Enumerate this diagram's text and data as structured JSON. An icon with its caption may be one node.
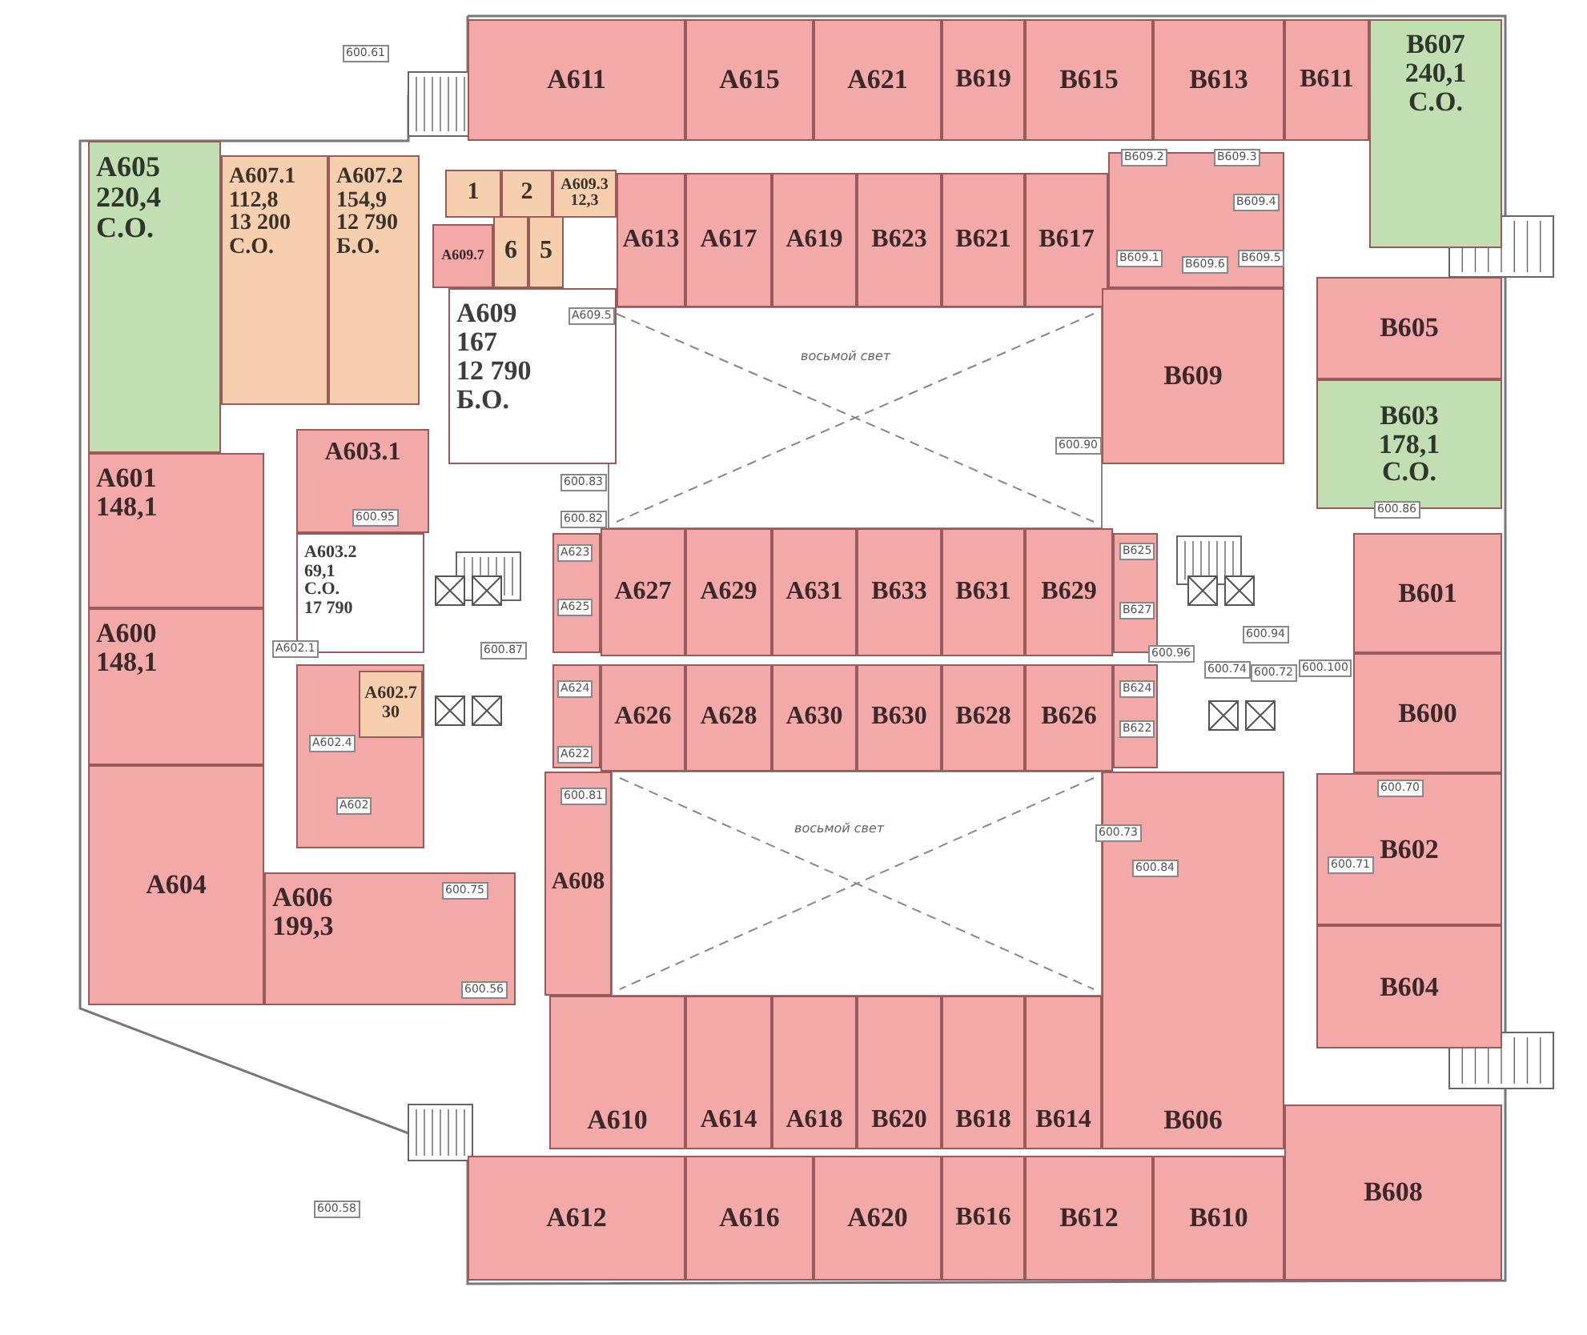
{
  "diagram": {
    "nodes": [
      {
        "text": [
          "A611"
        ]
      },
      {
        "text": [
          "A615"
        ]
      },
      {
        "text": [
          "A621"
        ]
      },
      {
        "text": [
          "B619"
        ]
      },
      {
        "text": [
          "B615"
        ]
      },
      {
        "text": [
          "B613"
        ]
      },
      {
        "text": [
          "B611"
        ]
      },
      {
        "text": [
          "B607",
          "240,1",
          "С.О."
        ]
      },
      {
        "text": [
          "A605",
          "220,4",
          "С.О."
        ]
      },
      {
        "text": [
          "A607.1",
          "112,8",
          "13 200",
          "С.О."
        ]
      },
      {
        "text": [
          "A607.2",
          "154,9",
          "12 790",
          "Б.О."
        ]
      },
      {
        "text": [
          "1"
        ]
      },
      {
        "text": [
          "2"
        ]
      },
      {
        "text": [
          "A609.3",
          "12,3"
        ]
      },
      {
        "text": [
          "A609.7"
        ]
      },
      {
        "text": [
          "6"
        ]
      },
      {
        "text": [
          "5"
        ]
      },
      {
        "text": [
          "A613"
        ]
      },
      {
        "text": [
          "A617"
        ]
      },
      {
        "text": [
          "A619"
        ]
      },
      {
        "text": [
          "B623"
        ]
      },
      {
        "text": [
          "B621"
        ]
      },
      {
        "text": [
          "B617"
        ]
      },
      {
        "text": [],
        "shape": "box"
      },
      {
        "text": [
          "A609",
          "167",
          "12 790",
          "Б.О."
        ]
      },
      {
        "text": [
          "B609"
        ]
      },
      {
        "text": [
          "B605"
        ]
      },
      {
        "text": [
          "A603.1"
        ]
      },
      {
        "text": [
          "A601",
          "148,1"
        ]
      },
      {
        "text": [
          "B603",
          "178,1",
          "С.О."
        ]
      },
      {
        "text": [
          "A603.2",
          "69,1",
          "С.О.",
          "17 790"
        ]
      },
      {
        "text": [],
        "shape": "box"
      },
      {
        "text": [
          "A627"
        ]
      },
      {
        "text": [
          "A629"
        ]
      },
      {
        "text": [
          "A631"
        ]
      },
      {
        "text": [
          "B633"
        ]
      },
      {
        "text": [
          "B631"
        ]
      },
      {
        "text": [
          "B629"
        ]
      },
      {
        "text": [],
        "shape": "box"
      },
      {
        "text": [
          "B601"
        ]
      },
      {
        "text": [
          "A600",
          "148,1"
        ]
      },
      {
        "text": [],
        "shape": "box"
      },
      {
        "text": [
          "A602.7",
          "30"
        ],
        "in": 41
      },
      {
        "text": [],
        "shape": "box"
      },
      {
        "text": [
          "A626"
        ]
      },
      {
        "text": [
          "A628"
        ]
      },
      {
        "text": [
          "A630"
        ]
      },
      {
        "text": [
          "B630"
        ]
      },
      {
        "text": [
          "B628"
        ]
      },
      {
        "text": [
          "B626"
        ]
      },
      {
        "text": [],
        "shape": "box"
      },
      {
        "text": [
          "B600"
        ]
      },
      {
        "text": [
          "A604"
        ]
      },
      {
        "text": [
          "A608"
        ]
      },
      {
        "text": [
          "B606"
        ]
      },
      {
        "text": [
          "B602"
        ]
      },
      {
        "text": [
          "A606",
          "199,3"
        ]
      },
      {
        "text": [
          "B604"
        ]
      },
      {
        "text": [
          "A610"
        ]
      },
      {
        "text": [
          "A614"
        ]
      },
      {
        "text": [
          "A618"
        ]
      },
      {
        "text": [
          "B620"
        ]
      },
      {
        "text": [
          "B618"
        ]
      },
      {
        "text": [
          "B614"
        ]
      },
      {
        "text": [
          "A612"
        ]
      },
      {
        "text": [
          "A616"
        ]
      },
      {
        "text": [
          "A620"
        ]
      },
      {
        "text": [
          "B616"
        ]
      },
      {
        "text": [
          "B612"
        ]
      },
      {
        "text": [
          "B610"
        ]
      },
      {
        "text": [
          "B608"
        ]
      }
    ],
    "labels": [
      "600.61",
      "B609.2",
      "B609.3",
      "B609.4",
      "B609.1",
      "B609.6",
      "B609.5",
      "A609.5",
      "восьмой свет",
      "600.90",
      "600.95",
      "600.83",
      "600.82",
      "600.86",
      "A623",
      "A625",
      "B625",
      "B627",
      "600.94",
      "A602.1",
      "600.87",
      "600.96",
      "600.74",
      "600.72",
      "600.100",
      "A624",
      "A622",
      "B624",
      "B622",
      "A602.4",
      "600.81",
      "600.70",
      "A602",
      "восьмой свет",
      "600.73",
      "600.84",
      "600.71",
      "600.75",
      "600.56",
      "600.58"
    ]
  }
}
